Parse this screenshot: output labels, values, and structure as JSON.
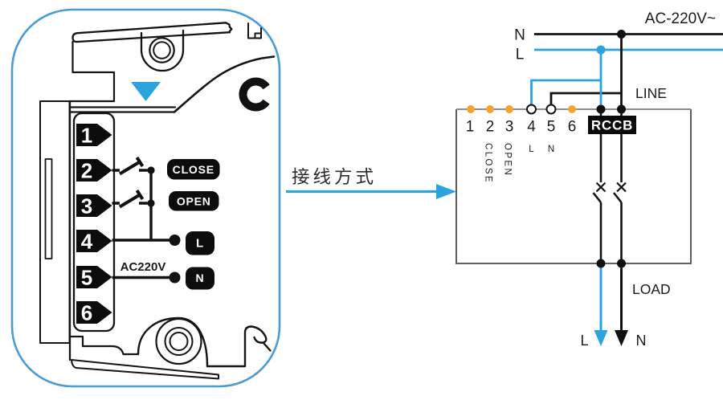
{
  "colors": {
    "wire_blue": "#2BA3DF",
    "frame_blue": "#4C9CD4",
    "terminal_orange": "#F2A430",
    "ink_black": "#141414",
    "grid_gray": "#8E8E8E"
  },
  "device": {
    "terminals": [
      "1",
      "2",
      "3",
      "4",
      "5",
      "6"
    ],
    "close_label": "CLOSE",
    "open_label": "OPEN",
    "l_label": "L",
    "n_label": "N",
    "voltage_label": "AC220V"
  },
  "connector": {
    "label": "接线方式"
  },
  "schematic": {
    "supply_voltage": "AC-220V~",
    "neutral": "N",
    "live": "L",
    "line_label": "LINE",
    "load_label": "LOAD",
    "rccb": "RCCB",
    "terminals": [
      "1",
      "2",
      "3",
      "4",
      "5",
      "6"
    ],
    "sub": {
      "t2": "CLOSE",
      "t3": "OPEN",
      "t4": "L",
      "t5": "N"
    },
    "out_l": "L",
    "out_n": "N"
  }
}
